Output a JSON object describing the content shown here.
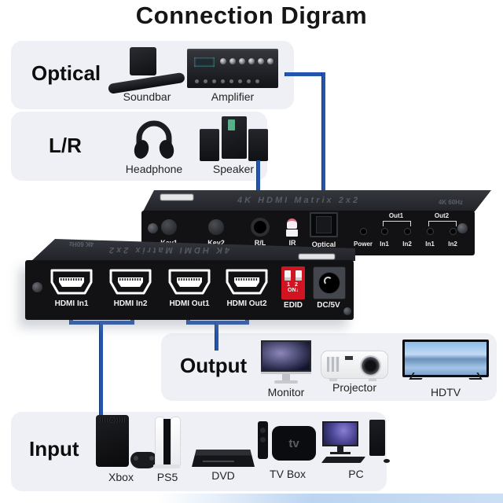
{
  "title": "Connection Digram",
  "colors": {
    "accent_blue": "#2355ad",
    "panel_bg": "#eef0f5",
    "edid_red": "#d01421"
  },
  "sections": {
    "optical": {
      "label": "Optical",
      "items": [
        {
          "label": "Soundbar"
        },
        {
          "label": "Amplifier"
        }
      ]
    },
    "lr": {
      "label": "L/R",
      "items": [
        {
          "label": "Headphone"
        },
        {
          "label": "Speaker"
        }
      ]
    },
    "output": {
      "label": "Output",
      "items": [
        {
          "label": "Monitor"
        },
        {
          "label": "Projector"
        },
        {
          "label": "HDTV"
        }
      ]
    },
    "input": {
      "label": "Input",
      "items": [
        {
          "label": "Xbox"
        },
        {
          "label": "PS5"
        },
        {
          "label": "DVD"
        },
        {
          "label": "TV Box"
        },
        {
          "label": "PC"
        }
      ]
    }
  },
  "device_back": {
    "brand_text": "4K HDMI Matrix 2x2",
    "res_badge": "4K 60Hz",
    "controls": {
      "key1": "Key1",
      "key2": "Key2",
      "rl": "R/L",
      "ir": "IR",
      "optical": "Optical",
      "power": "Power",
      "out1": {
        "label": "Out1",
        "led1": "In1",
        "led2": "In2"
      },
      "out2": {
        "label": "Out2",
        "led1": "In1",
        "led2": "In2"
      }
    }
  },
  "device_front": {
    "brand_text": "4K HDMI Matrix 2x2",
    "res_badge": "4K 60Hz",
    "ports": [
      "HDMI In1",
      "HDMI In2",
      "HDMI Out1",
      "HDMI Out2"
    ],
    "edid": {
      "label": "EDID",
      "numbers": "1 2",
      "on": "ON↓"
    },
    "dc_label": "DC/5V"
  },
  "icons": {
    "tvbox_text": "tv"
  }
}
